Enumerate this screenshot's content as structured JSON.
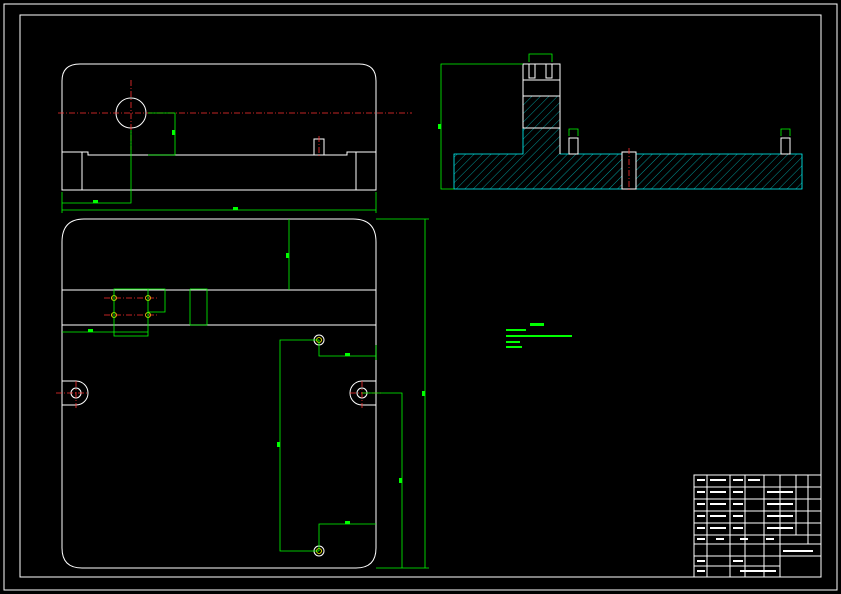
{
  "drawing": {
    "sheet_background": "#000000",
    "line_color": "#ffffff",
    "dimension_color": "#00ff00",
    "centerline_color": "#ff3030",
    "hatch_color": "#00ffff",
    "views": [
      "top-view",
      "plan-view",
      "section-view"
    ],
    "technical_notes": {
      "heading": "",
      "lines": [
        "",
        "",
        "",
        ""
      ]
    },
    "title_block": {
      "cells": []
    }
  }
}
